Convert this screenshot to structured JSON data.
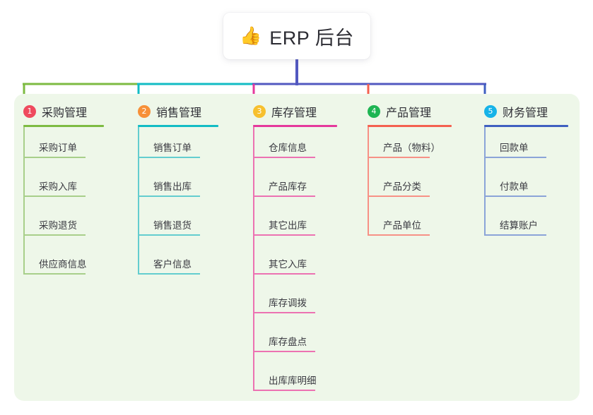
{
  "title": {
    "icon": "thumbs-up-icon",
    "icon_glyph": "👍",
    "text": "ERP 后台"
  },
  "palette": {
    "page_background": "#ffffff",
    "panel_background": "#eef7e9",
    "card_background": "#ffffff",
    "trunk": "#5258c0",
    "text": "#2f2f36"
  },
  "columns": [
    {
      "number": "1",
      "title": "采购管理",
      "badge_color": "#ef4a5e",
      "line_color": "#7dbb42",
      "leaf_line_color": "#a8cf8a",
      "items": [
        "采购订单",
        "采购入库",
        "采购退货",
        "供应商信息"
      ]
    },
    {
      "number": "2",
      "title": "销售管理",
      "badge_color": "#f79038",
      "line_color": "#12bcc4",
      "leaf_line_color": "#63cdcf",
      "items": [
        "销售订单",
        "销售出库",
        "销售退货",
        "客户信息"
      ]
    },
    {
      "number": "3",
      "title": "库存管理",
      "badge_color": "#f7c02e",
      "line_color": "#e5399c",
      "leaf_line_color": "#ec72b2",
      "items": [
        "仓库信息",
        "产品库存",
        "其它出库",
        "其它入库",
        "库存调拨",
        "库存盘点",
        "出库库明细"
      ]
    },
    {
      "number": "4",
      "title": "产品管理",
      "badge_color": "#1eb553",
      "line_color": "#f4614f",
      "leaf_line_color": "#f79186",
      "items": [
        "产品（物料）",
        "产品分类",
        "产品单位"
      ]
    },
    {
      "number": "5",
      "title": "财务管理",
      "badge_color": "#16b3e8",
      "line_color": "#3f5fc0",
      "leaf_line_color": "#8ba4d8",
      "items": [
        "回款单",
        "付款单",
        "结算账户"
      ]
    }
  ]
}
